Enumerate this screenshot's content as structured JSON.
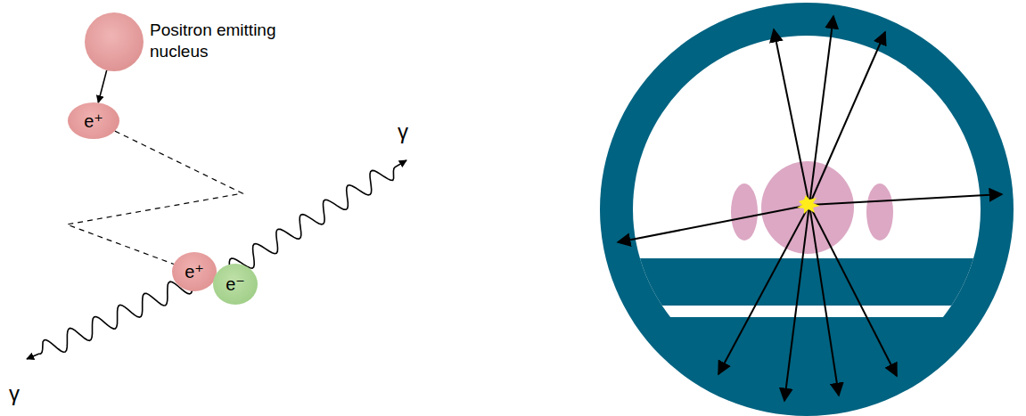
{
  "diagram": {
    "nodes": [
      {
        "text": [
          "Positron emitting nucleus"
        ]
      },
      {
        "text": [
          "e⁺"
        ]
      },
      {
        "text": [
          "e⁺"
        ]
      },
      {
        "text": [
          "e⁻"
        ]
      }
    ],
    "edges": [
      {
        "from": 0,
        "to": 1,
        "arrow": "to"
      },
      {
        "from": 1,
        "to": 2,
        "arrow": "none"
      }
    ],
    "labels": [
      "γ",
      "γ"
    ]
  }
}
